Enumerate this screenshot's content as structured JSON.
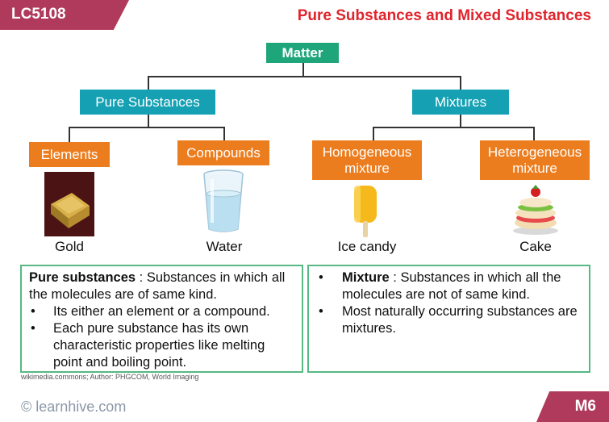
{
  "header": {
    "code": "LC5108",
    "title": "Pure Substances and Mixed Substances"
  },
  "tree": {
    "root": "Matter",
    "pure": "Pure Substances",
    "mixtures": "Mixtures",
    "elements": "Elements",
    "compounds": "Compounds",
    "homogeneous": "Homogeneous mixture",
    "heterogeneous": "Heterogeneous mixture"
  },
  "captions": {
    "gold": "Gold",
    "water": "Water",
    "ice_candy": "Ice candy",
    "cake": "Cake"
  },
  "panels": {
    "pure": {
      "term": "Pure substances",
      "definition": " : Substances in which all the molecules are of same kind.",
      "bullets": [
        "Its either an element or a compound.",
        "Each pure substance has its own characteristic properties like melting point and boiling point."
      ]
    },
    "mixture": {
      "term": "Mixture",
      "definition": " : Substances in which all the molecules are not of same kind.",
      "bullets": [
        "Most naturally occurring substances are mixtures."
      ]
    }
  },
  "credit": "wikimedia.commons; Author: PHGCOM, World Imaging",
  "footer": {
    "site": "© learnhive.com",
    "page": "M6"
  },
  "colors": {
    "accent": "#b03a5b",
    "title": "#e0242c",
    "teal": "#15a1b3",
    "green": "#1ea67a",
    "orange": "#ec7d1f",
    "panel_border": "#56b883"
  }
}
